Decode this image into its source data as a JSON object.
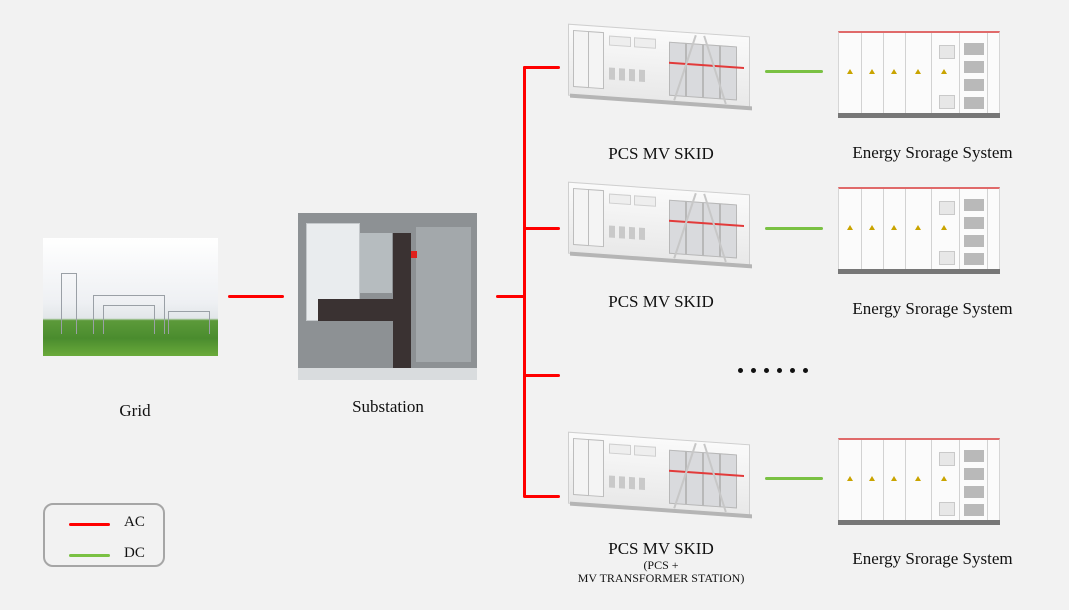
{
  "diagram": {
    "nodes": {
      "grid": {
        "label": "Grid",
        "icon": "transmission-tower-photo"
      },
      "substation": {
        "label": "Substation",
        "icon": "substation-aerial-photo"
      },
      "pcs_skids": [
        {
          "label": "PCS MV SKID"
        },
        {
          "label": "PCS MV SKID"
        },
        {
          "label": "PCS MV SKID",
          "sublabel_line1": "(PCS +",
          "sublabel_line2": "MV TRANSFORMER STATION)"
        }
      ],
      "ess_units": [
        {
          "label": "Energy Srorage System"
        },
        {
          "label": "Energy Srorage System"
        },
        {
          "label": "Energy Srorage System"
        }
      ],
      "continuation": "......"
    },
    "connections": [
      {
        "from": "grid",
        "to": "substation",
        "type": "AC"
      },
      {
        "from": "substation",
        "to": "pcs_bus",
        "type": "AC"
      },
      {
        "from": "pcs_bus",
        "to": "pcs_skid_1",
        "type": "AC"
      },
      {
        "from": "pcs_bus",
        "to": "pcs_skid_2",
        "type": "AC"
      },
      {
        "from": "pcs_bus",
        "to": "pcs_skid_more",
        "type": "AC"
      },
      {
        "from": "pcs_bus",
        "to": "pcs_skid_3",
        "type": "AC"
      },
      {
        "from": "pcs_skid_1",
        "to": "ess_1",
        "type": "DC"
      },
      {
        "from": "pcs_skid_2",
        "to": "ess_2",
        "type": "DC"
      },
      {
        "from": "pcs_skid_3",
        "to": "ess_3",
        "type": "DC"
      }
    ],
    "legend": {
      "items": [
        {
          "label": "AC",
          "color": "#ff0000"
        },
        {
          "label": "DC",
          "color": "#7ac143"
        }
      ]
    },
    "colors": {
      "ac": "#ff0000",
      "dc": "#7ac143",
      "background": "#f2f2f2"
    }
  }
}
